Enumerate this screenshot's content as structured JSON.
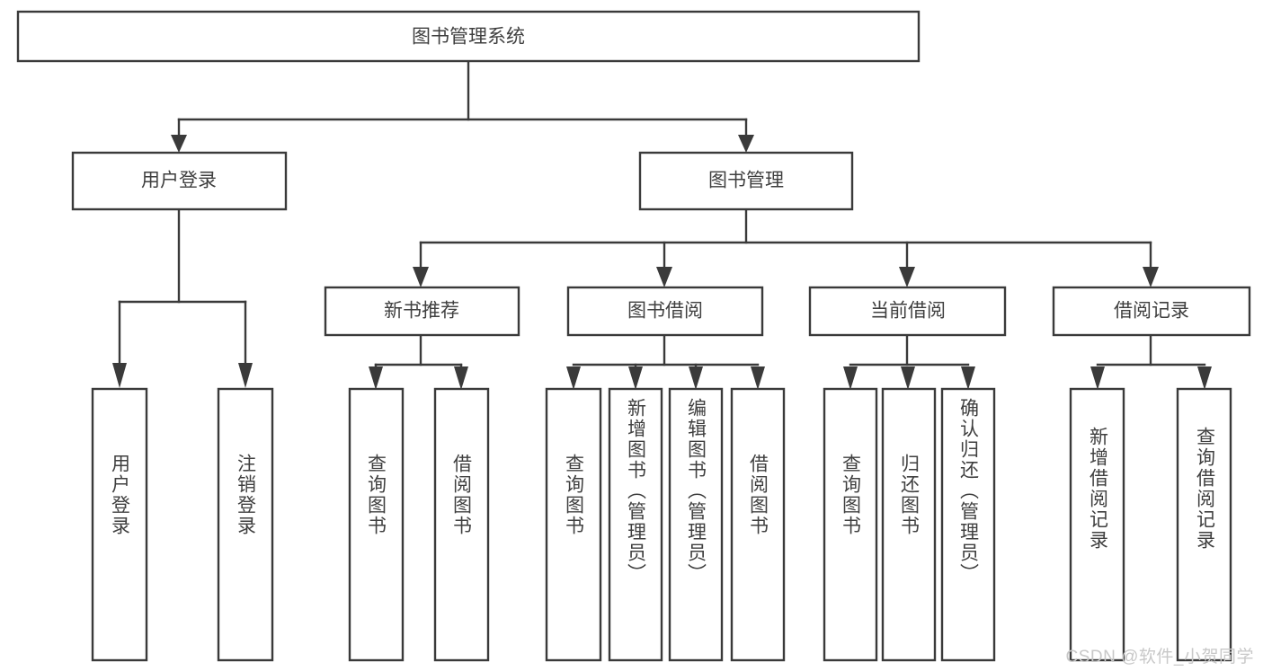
{
  "diagram": {
    "title": "图书管理系统",
    "type": "tree-hierarchy-chart",
    "colors": {
      "box_stroke": "#3a3a3a",
      "box_fill": "#ffffff",
      "text": "#3f3f3f",
      "background": "#ffffff",
      "watermark": "#c8c8c8"
    },
    "root": {
      "label": "图书管理系统"
    },
    "level2": [
      {
        "label": "用户登录"
      },
      {
        "label": "图书管理"
      }
    ],
    "level3": [
      {
        "label": "新书推荐"
      },
      {
        "label": "图书借阅"
      },
      {
        "label": "当前借阅"
      },
      {
        "label": "借阅记录"
      }
    ],
    "leaves": {
      "user_login": [
        {
          "label": "用户登录"
        },
        {
          "label": "注销登录"
        }
      ],
      "new_book_recommend": [
        {
          "label": "查询图书"
        },
        {
          "label": "借阅图书"
        }
      ],
      "book_borrow": [
        {
          "label": "查询图书"
        },
        {
          "label": "新增图书（管理员）"
        },
        {
          "label": "编辑图书（管理员）"
        },
        {
          "label": "借阅图书"
        }
      ],
      "current_borrow": [
        {
          "label": "查询图书"
        },
        {
          "label": "归还图书"
        },
        {
          "label": "确认归还（管理员）"
        }
      ],
      "borrow_record": [
        {
          "label": "新增借阅记录"
        },
        {
          "label": "查询借阅记录"
        }
      ]
    },
    "watermark": "CSDN @软件_小贺同学"
  }
}
